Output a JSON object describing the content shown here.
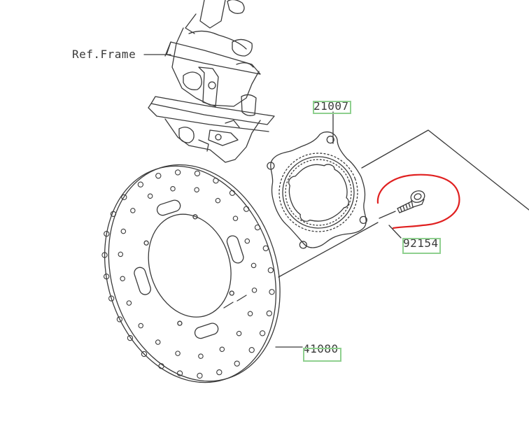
{
  "labels": {
    "ref_frame": "Ref.Frame",
    "part_ring": "21007",
    "part_bolt": "92154",
    "part_disc": "41080"
  },
  "colors": {
    "line": "#3a3a3a",
    "highlight": "#8fd08f",
    "circle_annotation": "#e02020",
    "background": "#ffffff"
  }
}
